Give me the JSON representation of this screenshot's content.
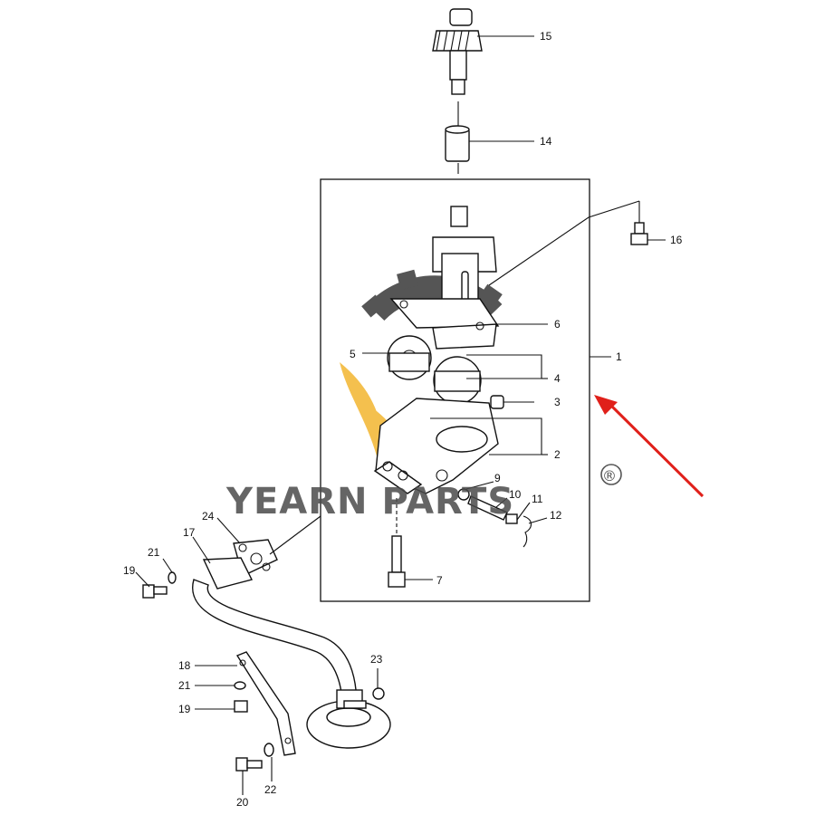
{
  "diagram": {
    "callouts": [
      "15",
      "14",
      "16",
      "6",
      "5",
      "4",
      "3",
      "1",
      "2",
      "9",
      "10",
      "11",
      "12",
      "7",
      "24",
      "17",
      "21",
      "19",
      "18",
      "21",
      "19",
      "23",
      "22",
      "20"
    ]
  },
  "watermark": {
    "brand_text": "YEARN PARTS",
    "registered_mark": "®",
    "gear_color": "#555555",
    "accent_color": "#f4c04e",
    "arrow_color": "#e0201a"
  }
}
